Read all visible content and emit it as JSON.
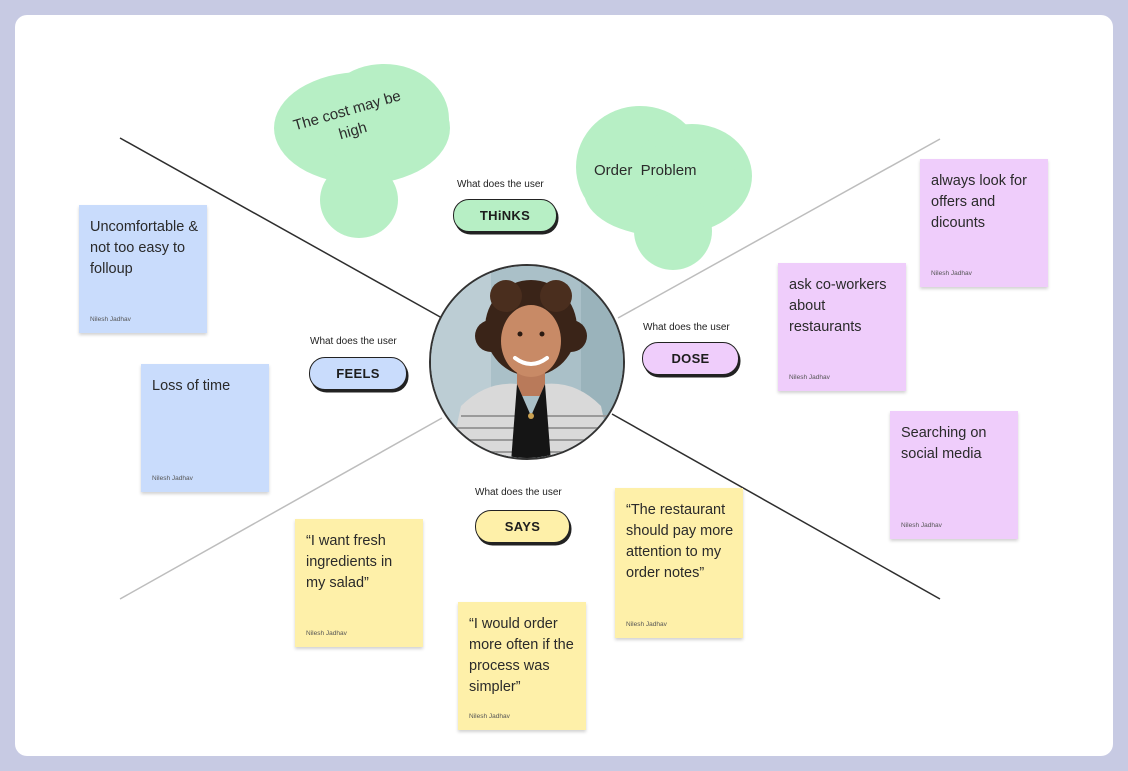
{
  "thinks": {
    "caption": "What does the user",
    "label": "THiNKS",
    "clouds": [
      "The cost may be high",
      "Order  Problem"
    ]
  },
  "feels": {
    "caption": "What does the user",
    "label": "FEELS",
    "notes": [
      {
        "text": "Uncomfortable & not too easy to folloup",
        "author": "Nilesh Jadhav"
      },
      {
        "text": "Loss of time",
        "author": "Nilesh Jadhav"
      }
    ]
  },
  "does": {
    "caption": "What does the user",
    "label": "DOSE",
    "notes": [
      {
        "text": "always look for offers and dicounts",
        "author": "Nilesh Jadhav"
      },
      {
        "text": "ask co-workers about restaurants",
        "author": "Nilesh Jadhav"
      },
      {
        "text": "Searching on social media",
        "author": "Nilesh Jadhav"
      }
    ]
  },
  "says": {
    "caption": "What does the user",
    "label": "SAYS",
    "notes": [
      {
        "text": "“I want fresh ingredients in my salad”",
        "author": "Nilesh Jadhav"
      },
      {
        "text": "“I would order more often if the process was simpler”",
        "author": "Nilesh Jadhav"
      },
      {
        "text": "“The restaurant should pay more attention to my order notes”",
        "author": "Nilesh Jadhav"
      }
    ]
  },
  "colors": {
    "thinks": "#b7efc5",
    "feels": "#c9dcfc",
    "does": "#efcdfb",
    "says": "#fef0a9"
  }
}
